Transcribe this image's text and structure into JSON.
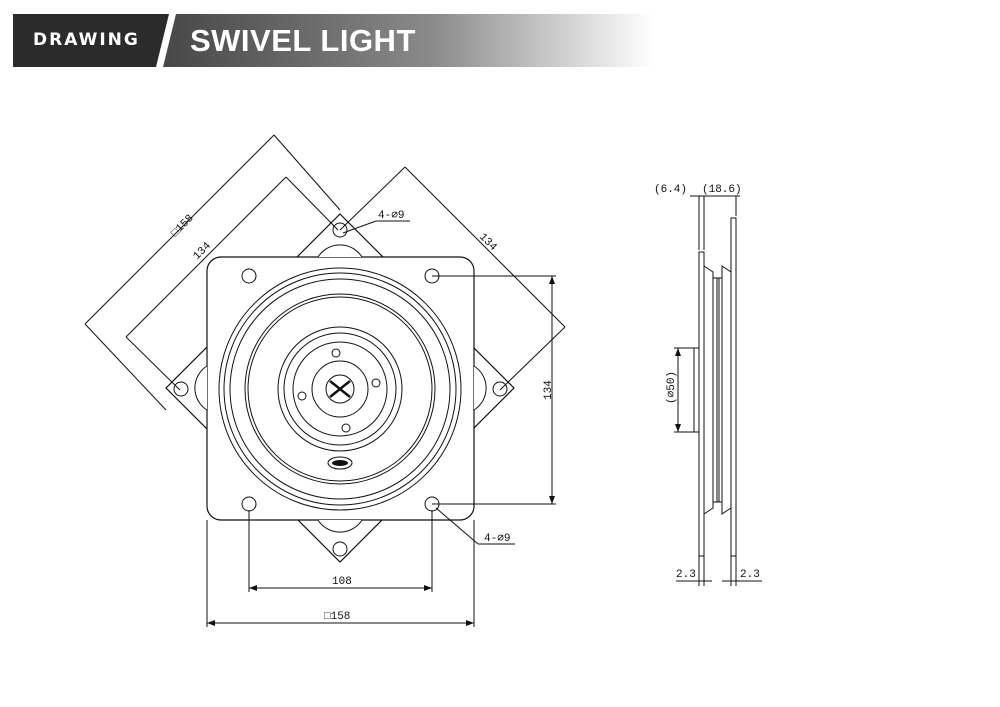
{
  "header": {
    "tag": "DRAWING",
    "title": "SWIVEL LIGHT",
    "colors": {
      "dark": "#2b2b2b",
      "gradient_start": "#4a4a4a",
      "gradient_end": "#ffffff"
    }
  },
  "dimensions": {
    "front_diag_outer": "□158",
    "front_diag_inner": "134",
    "front_diag_right": "134",
    "front_hole_top": "4-∅9",
    "front_height": "134",
    "front_hole_bottom": "4-∅9",
    "front_pitch": "108",
    "front_width": "□158",
    "side_left_top": "(6.4)",
    "side_right_top": "(18.6)",
    "side_diameter": "(∅50)",
    "side_bottom_left": "2.3",
    "side_bottom_right": "2.3"
  },
  "logo": {
    "icon": "brand-logo-icon"
  }
}
